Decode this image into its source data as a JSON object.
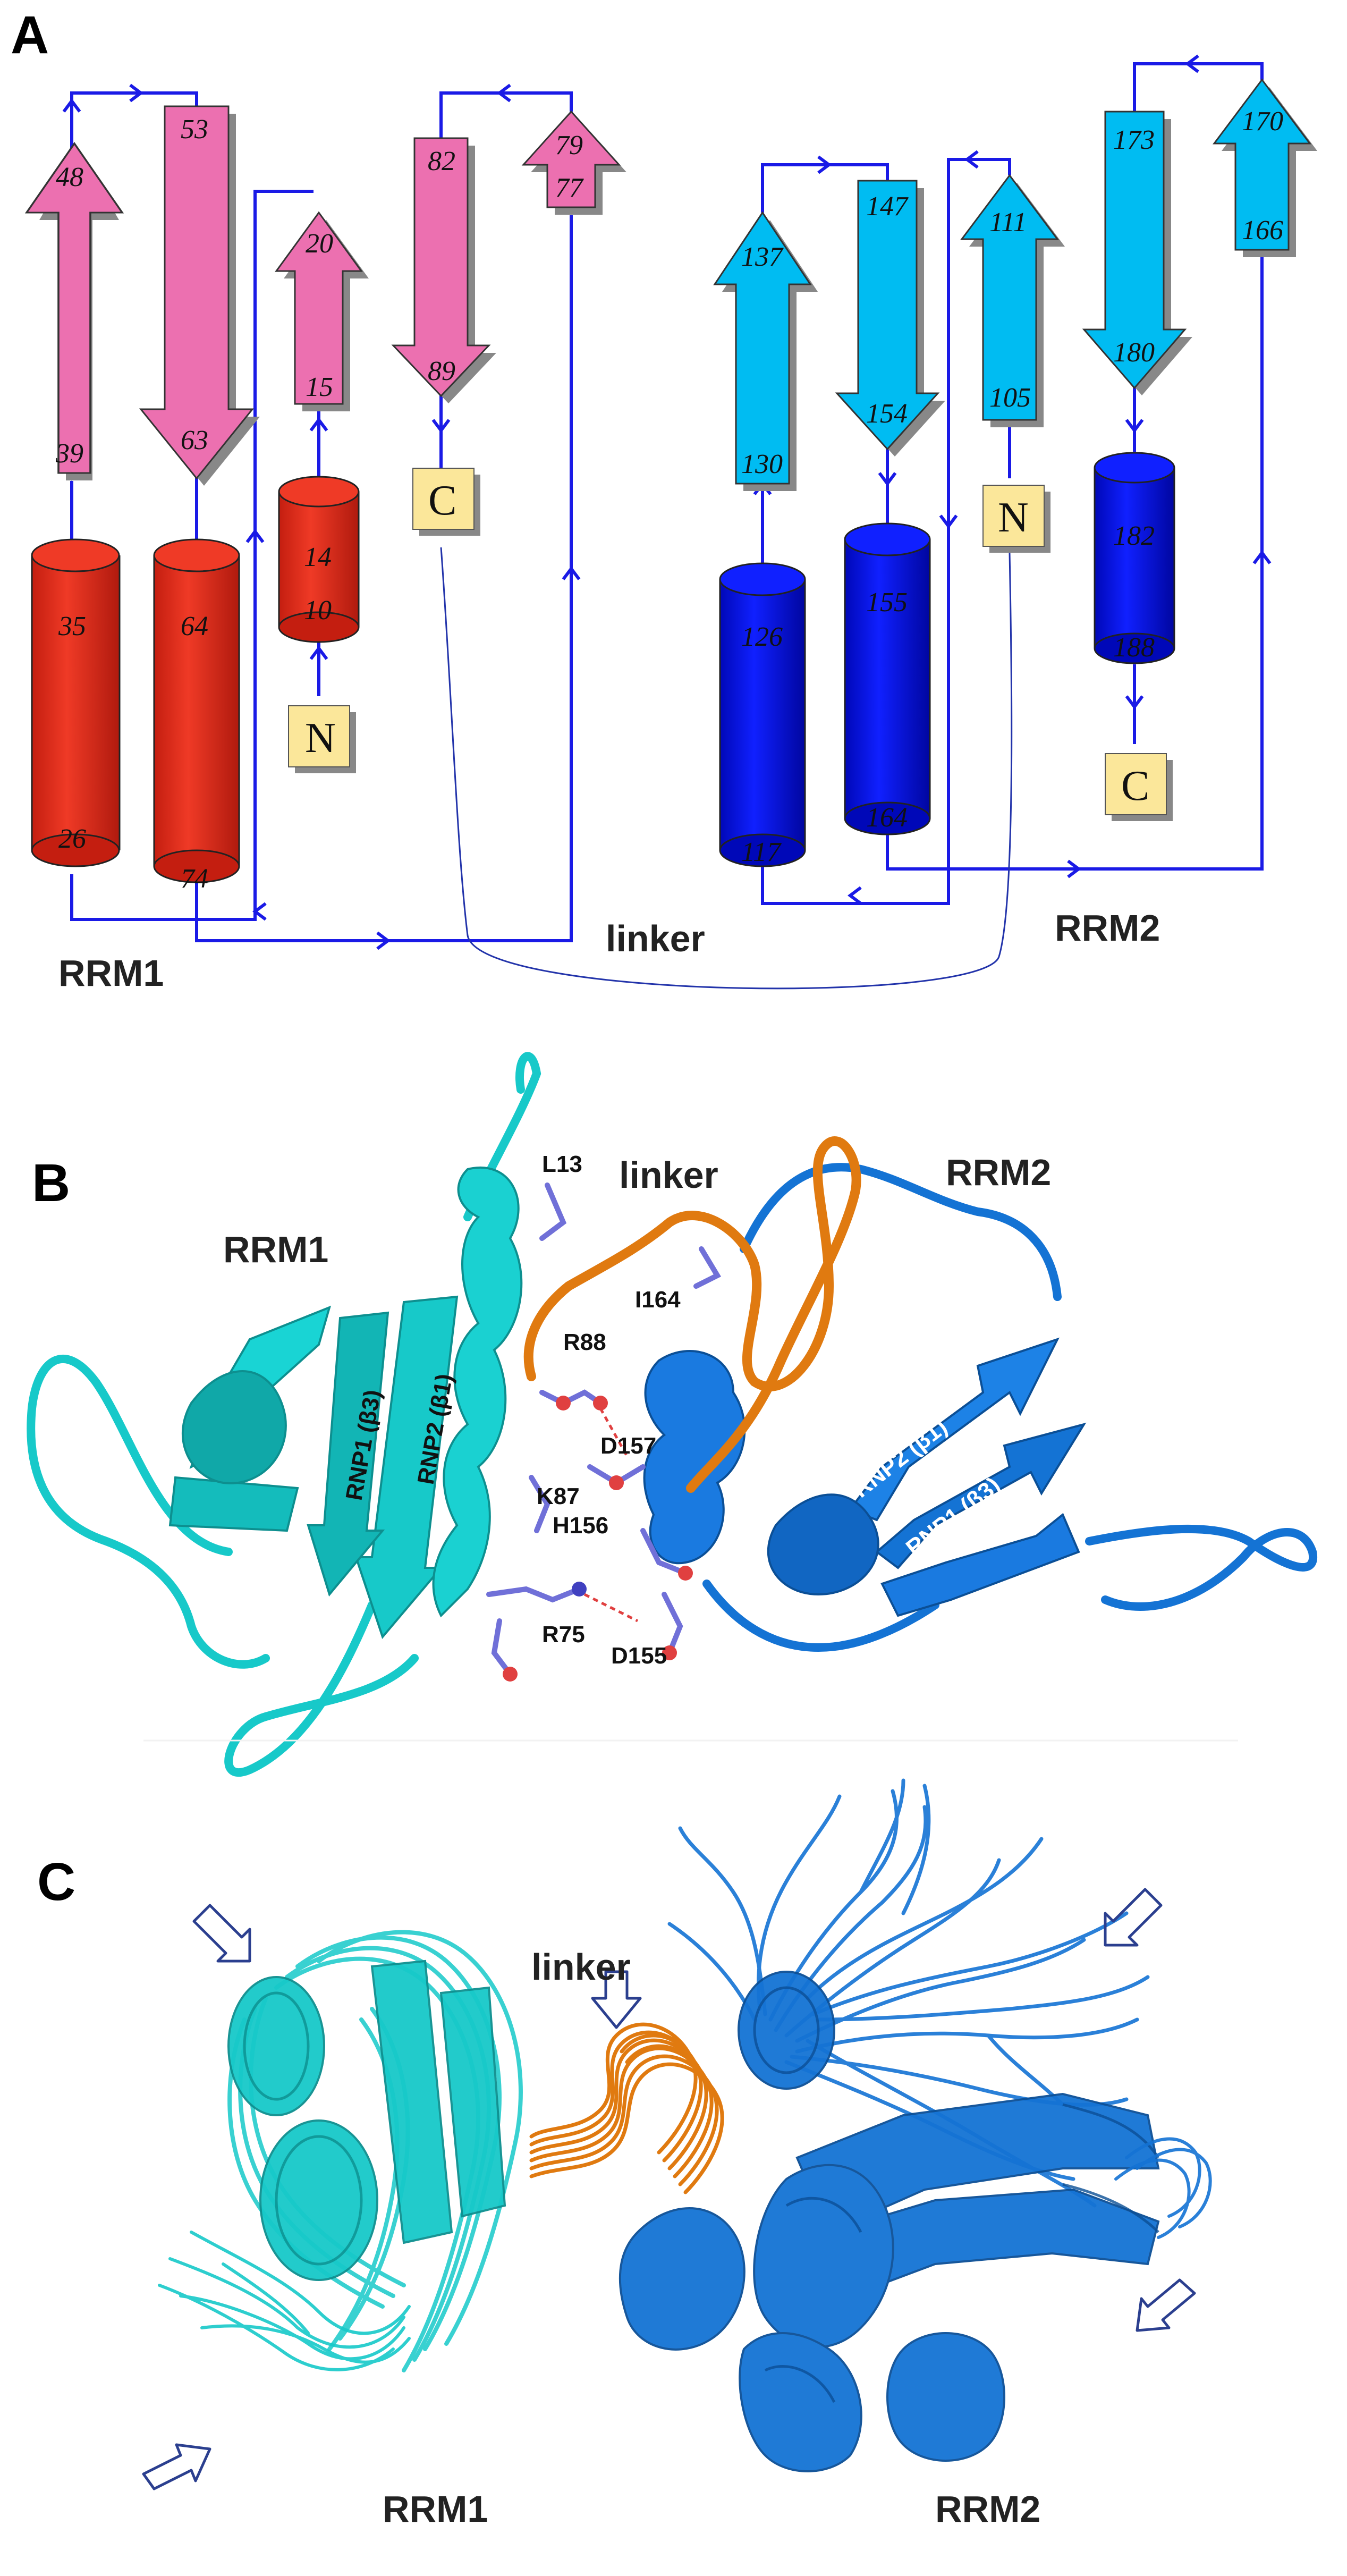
{
  "panels": {
    "a": "A",
    "b": "B",
    "c": "C"
  },
  "colors": {
    "rrm1_strand": "#ec70b0",
    "rrm1_helix": "#e83020",
    "rrm2_strand": "#00bcf2",
    "rrm2_helix": "#0a14e6",
    "terminus_box": "#fbe79a",
    "connector": "#1a1ae6",
    "rrm1_ribbon": "#17c9c9",
    "rrm2_ribbon": "#1473d4",
    "linker_ribbon": "#e07a10",
    "residue_sticks": "#7070d8"
  },
  "topology": {
    "rrm1": {
      "label": "RRM1",
      "strands": [
        {
          "top": "48",
          "bottom": "39"
        },
        {
          "top": "53",
          "bottom": "63"
        },
        {
          "top": "20",
          "bottom": "15"
        },
        {
          "top": "82",
          "bottom": "89"
        },
        {
          "top": "79",
          "bottom": "77"
        }
      ],
      "helices": [
        {
          "top": "35",
          "bottom": "26"
        },
        {
          "top": "64",
          "bottom": "74"
        },
        {
          "top": "14",
          "bottom": "10"
        }
      ],
      "n_term": "N",
      "c_term": "C"
    },
    "linker": "linker",
    "rrm2": {
      "label": "RRM2",
      "strands": [
        {
          "top": "137",
          "bottom": "130"
        },
        {
          "top": "147",
          "bottom": "154"
        },
        {
          "top": "111",
          "bottom": "105"
        },
        {
          "top": "173",
          "bottom": "180"
        },
        {
          "top": "170",
          "bottom": "166"
        }
      ],
      "helices": [
        {
          "top": "126",
          "bottom": "117"
        },
        {
          "top": "155",
          "bottom": "164"
        },
        {
          "top": "182",
          "bottom": "188"
        }
      ],
      "n_term": "N",
      "c_term": "C"
    }
  },
  "structure": {
    "rrm1": "RRM1",
    "rrm2": "RRM2",
    "linker": "linker",
    "rrm1_rnp1": "RNP1 (β3)",
    "rrm1_rnp2": "RNP2 (β1)",
    "rrm2_rnp2": "RNP2 (β1)",
    "rrm2_rnp1": "RNP1 (β3)",
    "residues": {
      "l13": "L13",
      "i164": "I164",
      "r88": "R88",
      "d157": "D157",
      "k87": "K87",
      "h156": "H156",
      "r75": "R75",
      "d155": "D155"
    }
  },
  "ensemble": {
    "rrm1": "RRM1",
    "rrm2": "RRM2",
    "linker": "linker"
  }
}
